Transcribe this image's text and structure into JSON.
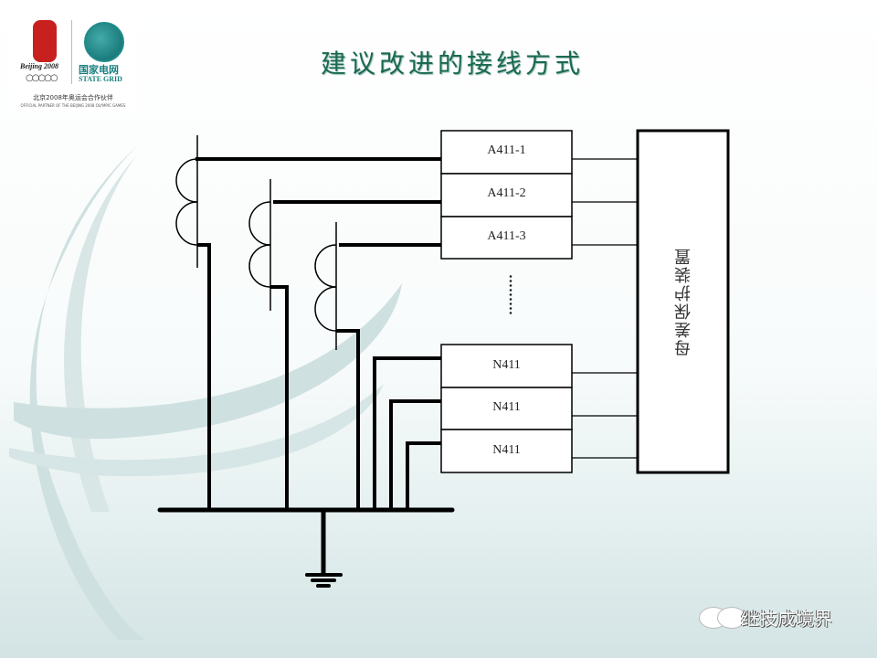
{
  "slide": {
    "title": "建议改进的接线方式",
    "colors": {
      "title": "#1a6a4e",
      "line": "#000000",
      "background_accent": "#cfe0e0"
    }
  },
  "logo": {
    "beijing_text": "Beijing 2008",
    "rings": "○○○○○",
    "state_grid_cn": "国家电网",
    "state_grid_en": "STATE GRID",
    "partner_cn": "北京2008年奥运会合作伙伴",
    "partner_en": "OFFICIAL PARTNER OF THE BEIJING 2008 OLYMPIC GAMES"
  },
  "diagram": {
    "current_transformers": [
      {
        "id": "ct1",
        "feeds": "A411-1"
      },
      {
        "id": "ct2",
        "feeds": "A411-2"
      },
      {
        "id": "ct3",
        "feeds": "A411-3"
      }
    ],
    "terminal_blocks": [
      {
        "label": "A411-1"
      },
      {
        "label": "A411-2"
      },
      {
        "label": "A411-3"
      },
      {
        "label": "N411"
      },
      {
        "label": "N411"
      },
      {
        "label": "N411"
      }
    ],
    "ellipsis": "……",
    "protection_device": "母差保护装置",
    "ground_symbol": "ground"
  },
  "watermark": {
    "icon": "wechat-icon",
    "text": "继技成境界"
  }
}
